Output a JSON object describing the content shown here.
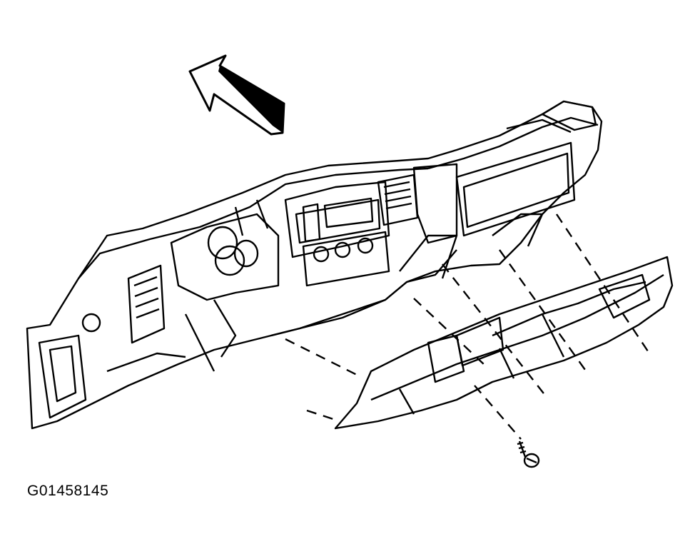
{
  "figure": {
    "id_label": "G01458145"
  },
  "colors": {
    "line": "#000000",
    "background": "#ffffff"
  },
  "parts": [
    {
      "name": "instrument-panel",
      "icon": "dashboard-outline"
    },
    {
      "name": "front-direction-arrow",
      "icon": "arrow-icon"
    },
    {
      "name": "lower-trim-panel",
      "icon": "trim-panel-outline"
    },
    {
      "name": "fastener",
      "icon": "screw-icon"
    },
    {
      "name": "alignment-guides",
      "icon": "dashed-lines"
    }
  ]
}
